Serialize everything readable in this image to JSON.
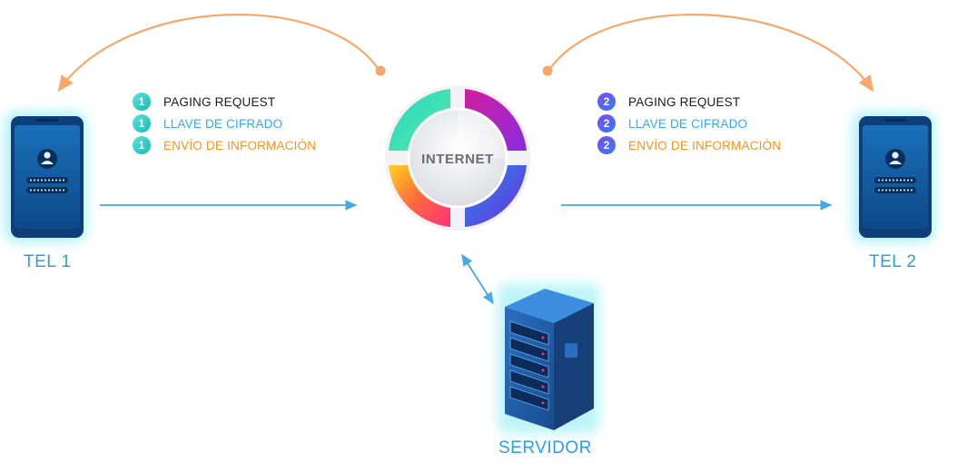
{
  "nodes": {
    "tel1": {
      "label": "TEL 1"
    },
    "tel2": {
      "label": "TEL 2"
    },
    "internet": {
      "label": "INTERNET"
    },
    "servidor": {
      "label": "SERVIDOR"
    }
  },
  "legend_1": {
    "number": "1",
    "items": [
      {
        "label": "PAGING REQUEST"
      },
      {
        "label": "LLAVE DE CIFRADO"
      },
      {
        "label": "ENVÍO DE INFORMACIÓN"
      }
    ]
  },
  "legend_2": {
    "number": "2",
    "items": [
      {
        "label": "PAGING REQUEST"
      },
      {
        "label": "LLAVE DE CIFRADO"
      },
      {
        "label": "ENVÍO DE INFORMACIÓN"
      }
    ]
  },
  "colors": {
    "arc": "#f5a86a",
    "flow_arrow": "#46a8e6",
    "label_blue": "#2aa0de",
    "label_orange": "#f5931e",
    "badge_1": "#1fc4bc",
    "badge_2": "#4a6cf0"
  }
}
